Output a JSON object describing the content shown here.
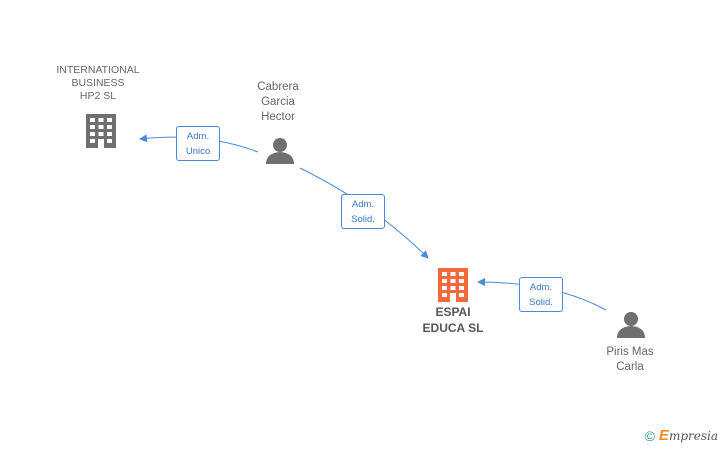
{
  "nodes": {
    "international_business": {
      "label": "INTERNATIONAL\nBUSINESS\nHP2  SL",
      "color": "#6f6f6f"
    },
    "cabrera": {
      "label": "Cabrera\nGarcia\nHector",
      "color": "#6f6f6f"
    },
    "espai": {
      "label": "ESPAI\nEDUCA SL",
      "color": "#f26a3c"
    },
    "piris": {
      "label": "Piris Mas\nCarla",
      "color": "#6f6f6f"
    }
  },
  "relations": {
    "adm_unico": {
      "line1": "Adm.",
      "line2": "Unico"
    },
    "adm_solid_1": {
      "line1": "Adm.",
      "line2": "Solid."
    },
    "adm_solid_2": {
      "line1": "Adm.",
      "line2": "Solid."
    }
  },
  "footer": {
    "copyright": "©",
    "brand_e": "E",
    "brand_rest": "mpresia"
  },
  "colors": {
    "edge": "#4a89dc"
  }
}
